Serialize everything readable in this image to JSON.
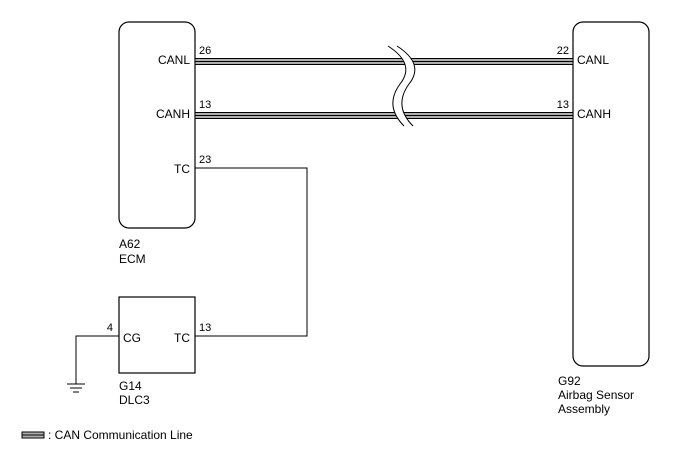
{
  "ecm": {
    "pins": {
      "canl": {
        "name": "CANL",
        "number": "26"
      },
      "canh": {
        "name": "CANH",
        "number": "13"
      },
      "tc": {
        "name": "TC",
        "number": "23"
      }
    },
    "connector": "A62",
    "name": "ECM"
  },
  "airbag": {
    "pins": {
      "canl": {
        "name": "CANL",
        "number": "22"
      },
      "canh": {
        "name": "CANH",
        "number": "13"
      }
    },
    "connector": "G92",
    "name_line1": "Airbag Sensor",
    "name_line2": "Assembly"
  },
  "dlc": {
    "pins": {
      "cg": {
        "name": "CG",
        "number": "4"
      },
      "tc": {
        "name": "TC",
        "number": "13"
      }
    },
    "connector": "G14",
    "name": "DLC3"
  },
  "legend": {
    "text": ": CAN Communication Line"
  },
  "colors": {
    "line": "#000000",
    "can_fill": "#b0b0b0",
    "background": "#ffffff"
  }
}
